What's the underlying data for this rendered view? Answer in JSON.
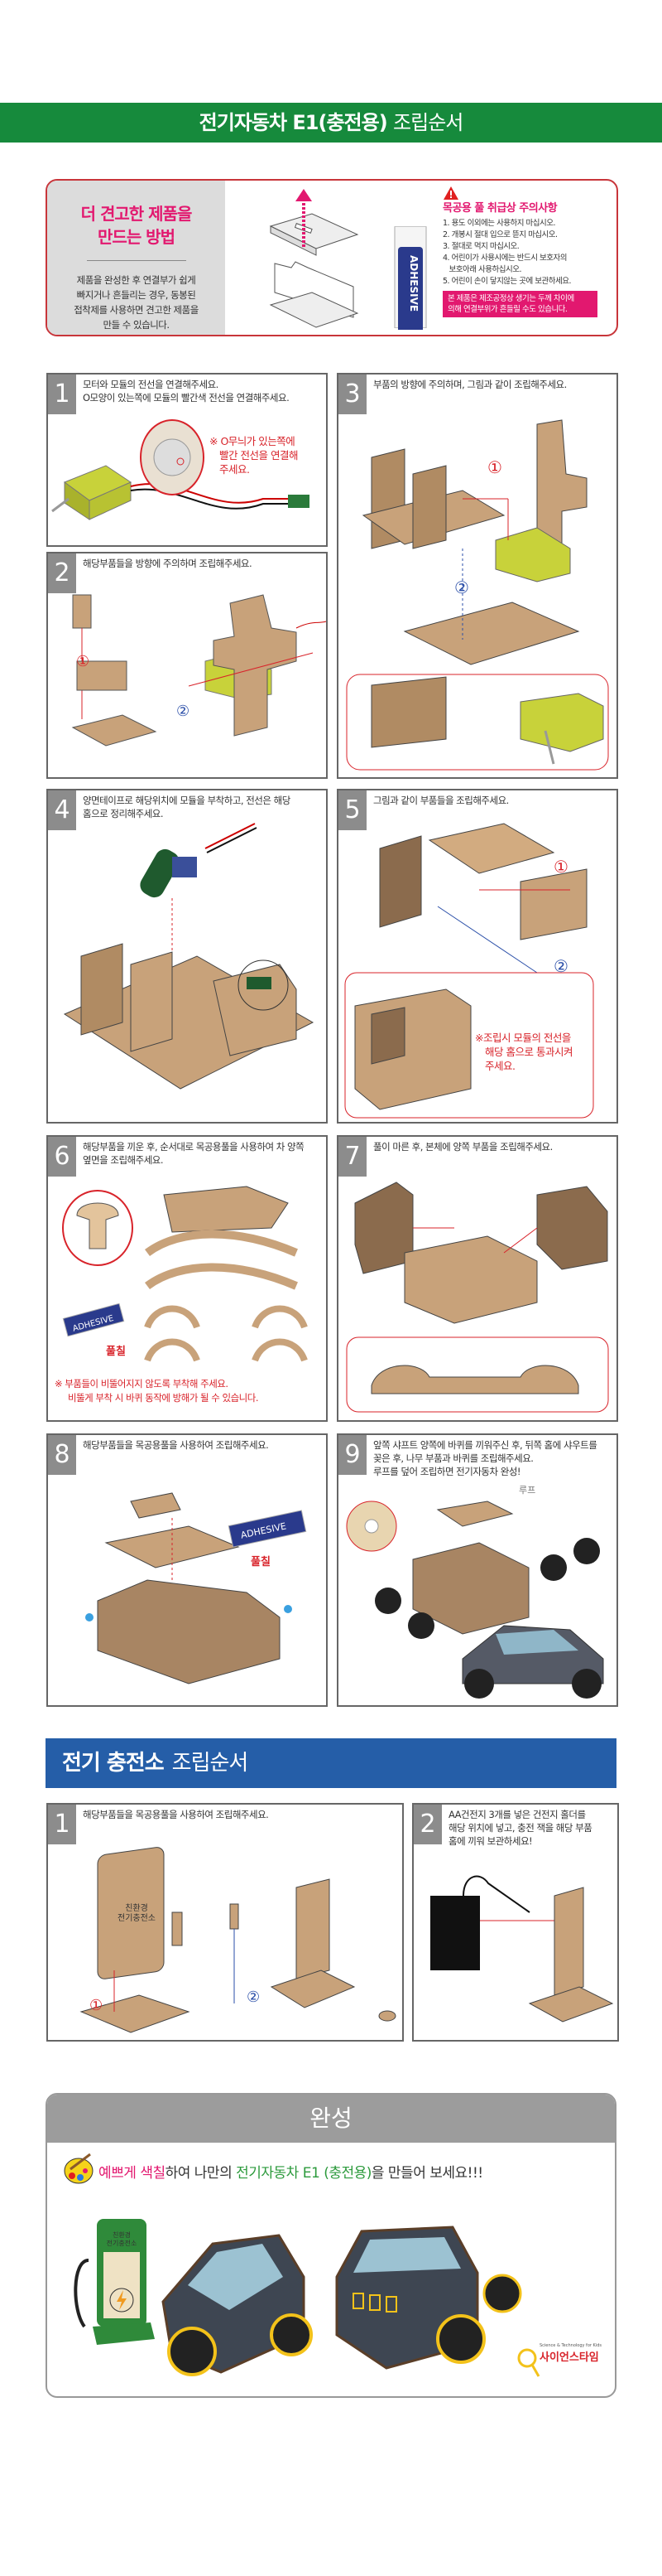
{
  "header": {
    "title_bold": "전기자동차 E1(충전용)",
    "title_light": "조립순서",
    "color": "#168a3c"
  },
  "tip": {
    "title_line1": "더 견고한 제품을",
    "title_line2": "만드는 방법",
    "desc_lines": [
      "제품을 완성한 후 연결부가 쉽게",
      "빠지거나 흔들리는 경우, 동봉된",
      "접착제를 사용하면 견고한 제품을",
      "만들 수 있습니다."
    ],
    "adhesive_label": "ADHESIVE",
    "warning_title": "목공용 풀 취급상 주의사항",
    "warnings": [
      "1. 용도 이외에는 사용하지 마십시오.",
      "2. 개봉시 절대 입으로 뜯지 마십시오.",
      "3. 절대로 먹지 마십시오.",
      "4. 어린이가 사용시에는 반드시 보호자의",
      "   보호아래 사용하십시오.",
      "5. 어린이 손이 닿지않는 곳에 보관하세요."
    ],
    "notice_line1": "본 제품은 제조공정상 생기는 두께 차이에",
    "notice_line2": "의해 연결부위가 흔들릴 수도 있습니다."
  },
  "steps": [
    {
      "num": "1",
      "lines": [
        "모터와 모듈의 전선을 연결해주세요.",
        "O모양이 있는쪽에 모듈의 빨간색 전선을 연결해주세요."
      ],
      "note": [
        "※ O무늬가 있는쪽에",
        "빨간 전선을 연결해",
        "주세요."
      ]
    },
    {
      "num": "2",
      "lines": [
        "해당부품들을 방향에 주의하며 조립해주세요."
      ],
      "marks": [
        "①",
        "②"
      ]
    },
    {
      "num": "3",
      "lines": [
        "부품의 방향에 주의하며, 그림과 같이 조립해주세요."
      ],
      "marks": [
        "①",
        "②"
      ]
    },
    {
      "num": "4",
      "lines": [
        "양면테이프로 해당위치에 모듈을 부착하고, 전선은 해당",
        "홈으로 정리해주세요."
      ]
    },
    {
      "num": "5",
      "lines": [
        "그림과 같이 부품들을 조립해주세요."
      ],
      "marks": [
        "①",
        "②"
      ],
      "note": [
        "※조립시 모듈의 전선을",
        "해당 홈으로 통과시켜",
        "주세요."
      ]
    },
    {
      "num": "6",
      "lines": [
        "해당부품을 끼운 후, 순서대로 목공용풀을 사용하여 차 양쪽",
        "옆면을 조립해주세요."
      ],
      "glue_label": "풀칠",
      "adhesive_label": "ADHESIVE",
      "note": [
        "※ 부품들이 비뚤어지지 않도록 부착해 주세요.",
        "비뚤게 부착 시 바퀴 동작에 방해가 될 수 있습니다."
      ]
    },
    {
      "num": "7",
      "lines": [
        "풀이 마른 후, 본체에 양쪽 부품을 조립해주세요."
      ]
    },
    {
      "num": "8",
      "lines": [
        "해당부품들을 목공용풀을 사용하여 조립해주세요."
      ],
      "glue_label": "풀칠",
      "adhesive_label": "ADHESIVE"
    },
    {
      "num": "9",
      "lines": [
        "앞쪽 샤프트 양쪽에 바퀴를 끼워주신 후, 뒤쪽 홈에 샤우트를",
        "꽂은 후, 나무 부품과 바퀴를 조립해주세요.",
        "루프를 덮어 조립하면 전기자동차 완성!"
      ],
      "roof_label": "루프"
    }
  ],
  "station": {
    "title_bold": "전기 충전소",
    "title_light": "조립순서",
    "color": "#255ea8",
    "steps": [
      {
        "num": "1",
        "lines": [
          "해당부품들을 목공용풀을 사용하여 조립해주세요."
        ],
        "marks": [
          "①",
          "②"
        ],
        "sign_text": [
          "친환경",
          "전기충전소"
        ]
      },
      {
        "num": "2",
        "lines": [
          "AA건전지 3개를 넣은 건전지 홀더를",
          "해당 위치에 넣고, 충전 잭을 해당 부품",
          "홈에 끼워 보관하세요!"
        ]
      }
    ]
  },
  "complete": {
    "title": "완성",
    "msg_pink": "예쁘게 색칠",
    "msg_1": "하여 나만의 ",
    "msg_green": "전기자동차 E1 (충전용)",
    "msg_2": "을 만들어 보세요!!!",
    "sign_text": [
      "친환경",
      "전기충전소"
    ],
    "brand": "사이언스타임",
    "brand_tagline": "Science & Technology for Kids"
  }
}
